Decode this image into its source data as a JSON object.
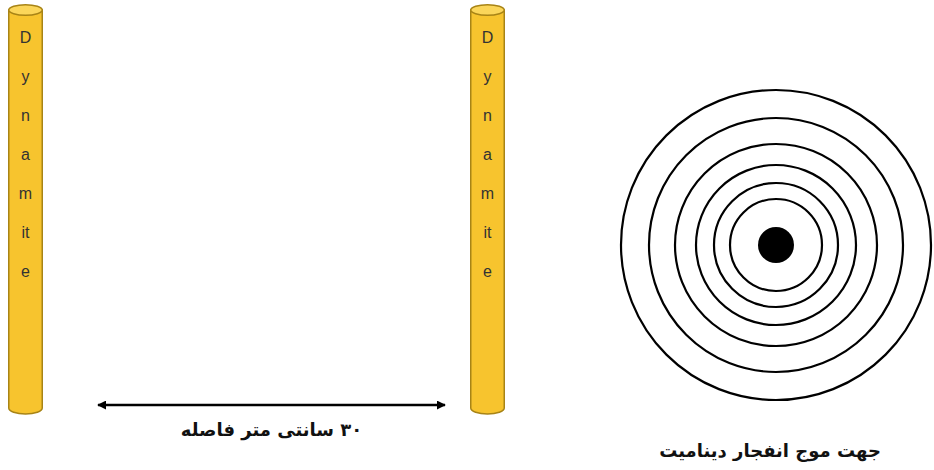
{
  "diagram": {
    "nodes": [
      {
        "text": [
          "Dynamite"
        ]
      },
      {
        "text": [
          "Dynamite"
        ]
      }
    ],
    "edges": [
      {
        "from": 0,
        "to": 1,
        "arrow": "both",
        "label": "۳۰ سانتی متر فاصله"
      }
    ],
    "labels": [
      "جهت موج انفجار دینامیت"
    ]
  }
}
